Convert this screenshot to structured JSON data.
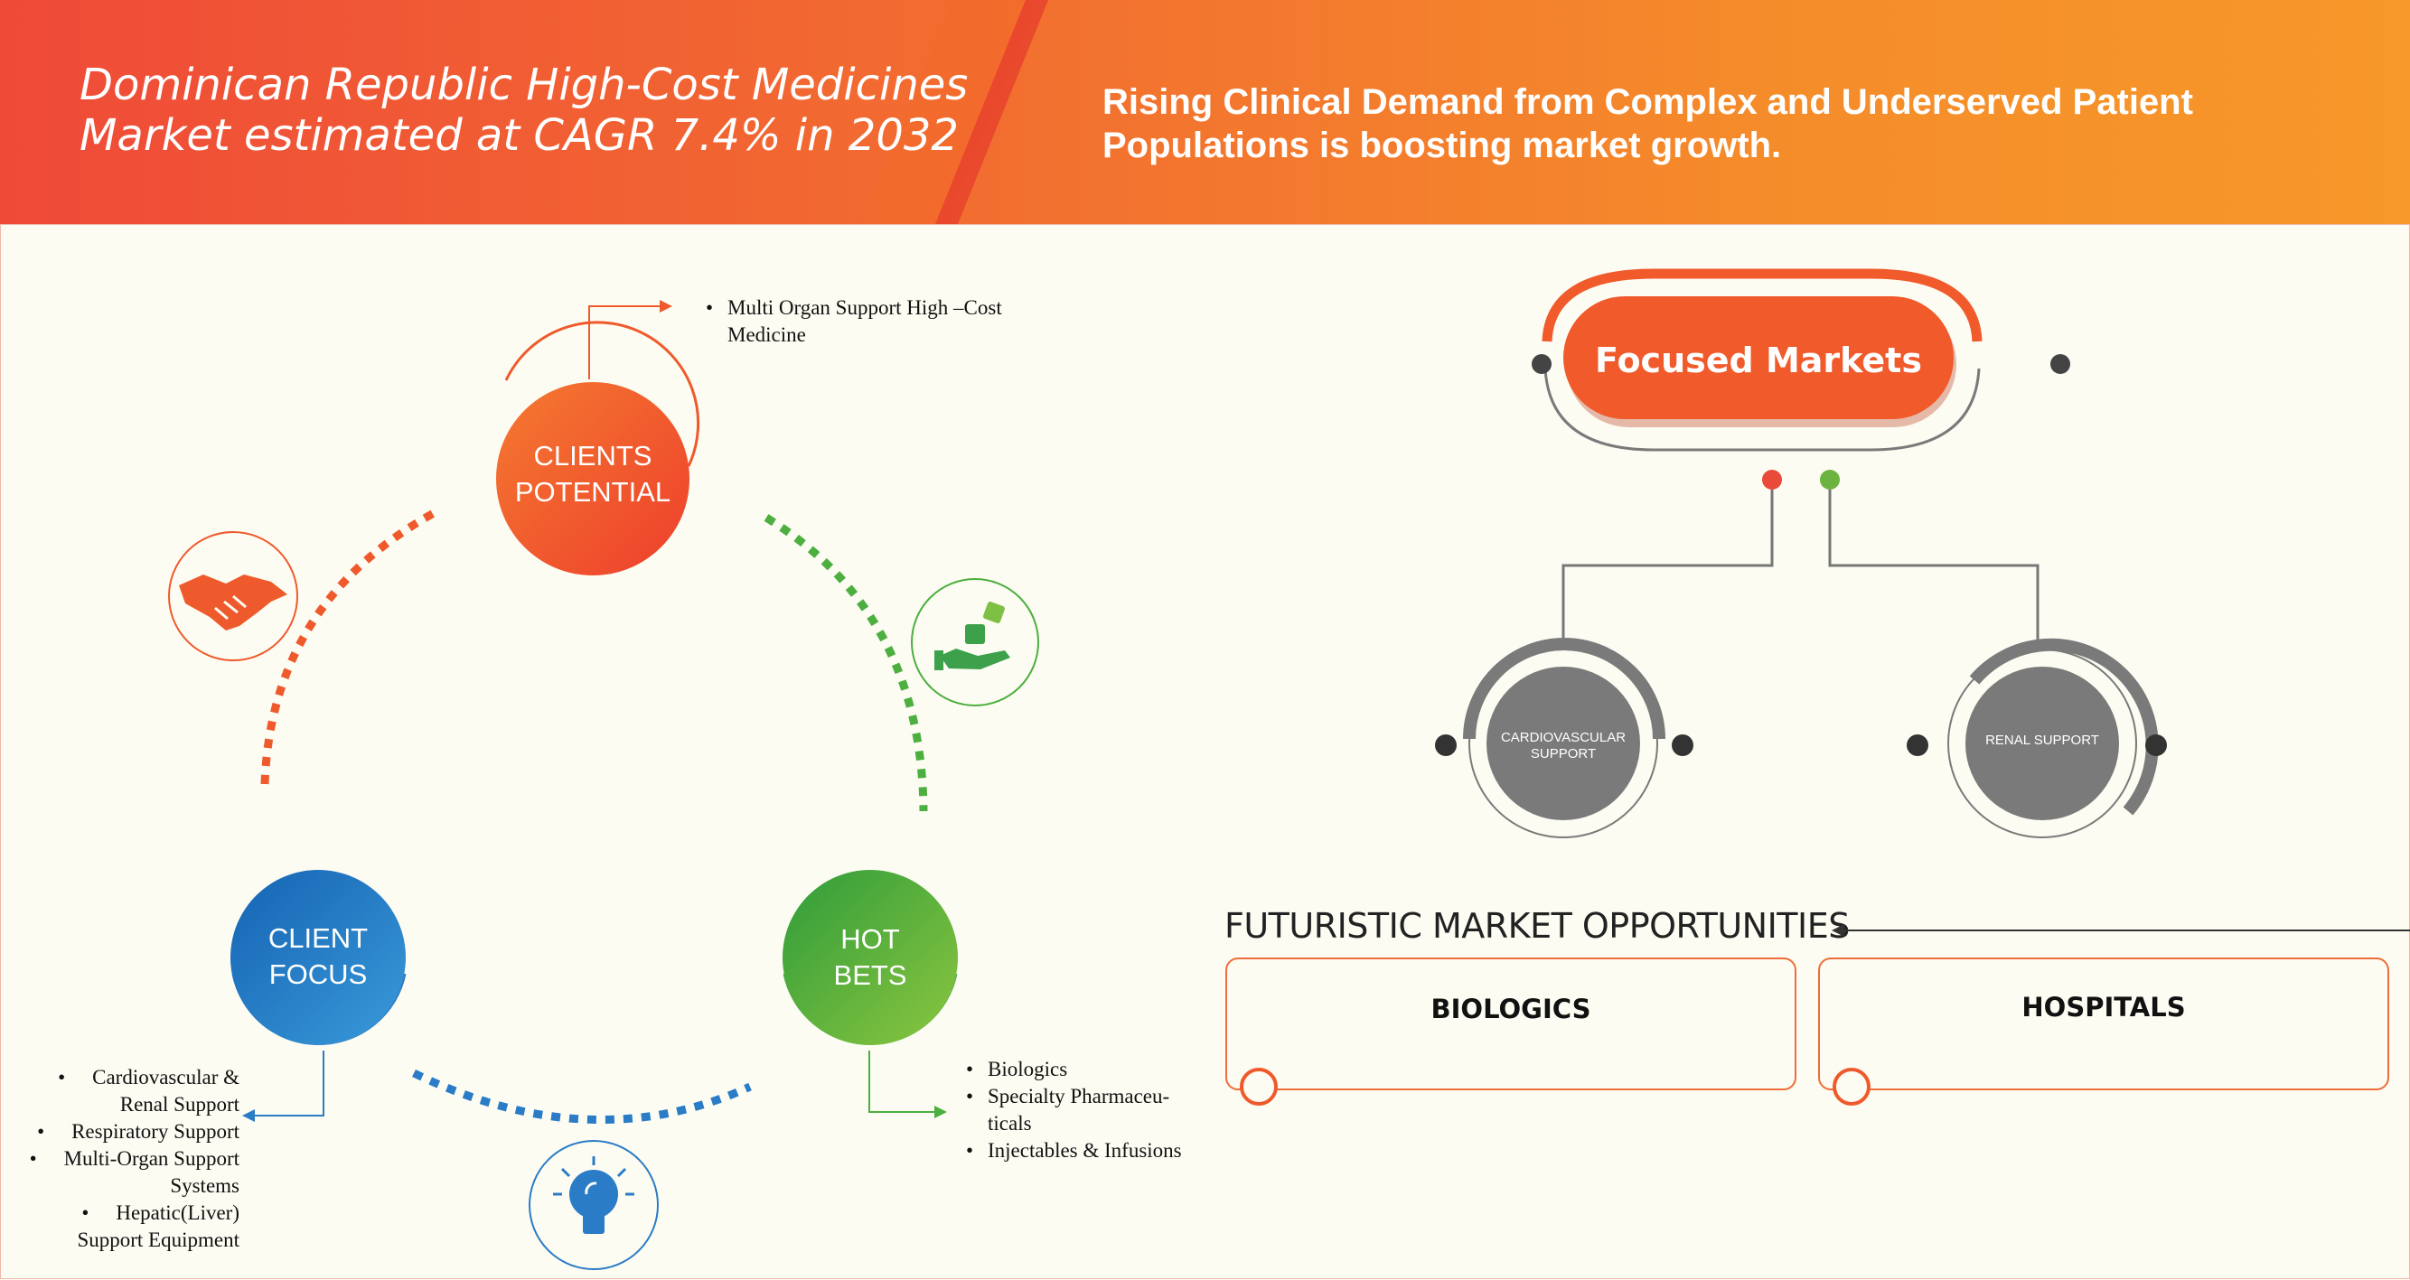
{
  "header": {
    "title_line1": "Dominican Republic High-Cost Medicines",
    "title_line2": "Market estimated at CAGR 7.4% in 2032",
    "subtitle_line1": "Rising Clinical Demand from Complex and Underserved Patient",
    "subtitle_line2": "Populations is boosting market growth."
  },
  "cycle": {
    "clients_potential": {
      "line1": "CLIENTS",
      "line2": "POTENTIAL",
      "bullets": [
        {
          "line1": "Multi Organ Support High –Cost",
          "line2": "Medicine"
        }
      ],
      "color": "#f15a2b"
    },
    "client_focus": {
      "line1": "CLIENT",
      "line2": "FOCUS",
      "bullets": [
        {
          "line1": "Cardiovascular &",
          "line2": "Renal Support"
        },
        {
          "line1": "Respiratory Support",
          "line2": ""
        },
        {
          "line1": "Multi-Organ Support",
          "line2": "Systems"
        },
        {
          "line1": "Hepatic(Liver)",
          "line2": "Support Equipment"
        }
      ],
      "color": "#1f78c1"
    },
    "hot_bets": {
      "line1": "HOT",
      "line2": "BETS",
      "bullets": [
        {
          "line1": "Biologics",
          "line2": ""
        },
        {
          "line1": "Specialty Pharmaceu-",
          "line2": "ticals"
        },
        {
          "line1": "Injectables & Infusions",
          "line2": ""
        }
      ],
      "color": "#4caf3f"
    },
    "icons": [
      "handshake-icon",
      "dice-hand-icon",
      "lightbulb-icon"
    ]
  },
  "focused_markets": {
    "title": "Focused Markets",
    "nodes": [
      {
        "line1": "CARDIOVASCULAR",
        "line2": "SUPPORT"
      },
      {
        "line1": "RENAL SUPPORT",
        "line2": ""
      }
    ],
    "connector_colors": [
      "#e94a3a",
      "#6db33f"
    ]
  },
  "futuristic": {
    "title": "FUTURISTIC MARKET OPPORTUNITIES",
    "boxes": [
      "BIOLOGICS",
      "HOSPITALS"
    ]
  },
  "colors": {
    "accent_orange": "#f15a2b",
    "accent_blue": "#1f78c1",
    "accent_green": "#4caf3f",
    "node_gray": "#7a7a7a"
  }
}
